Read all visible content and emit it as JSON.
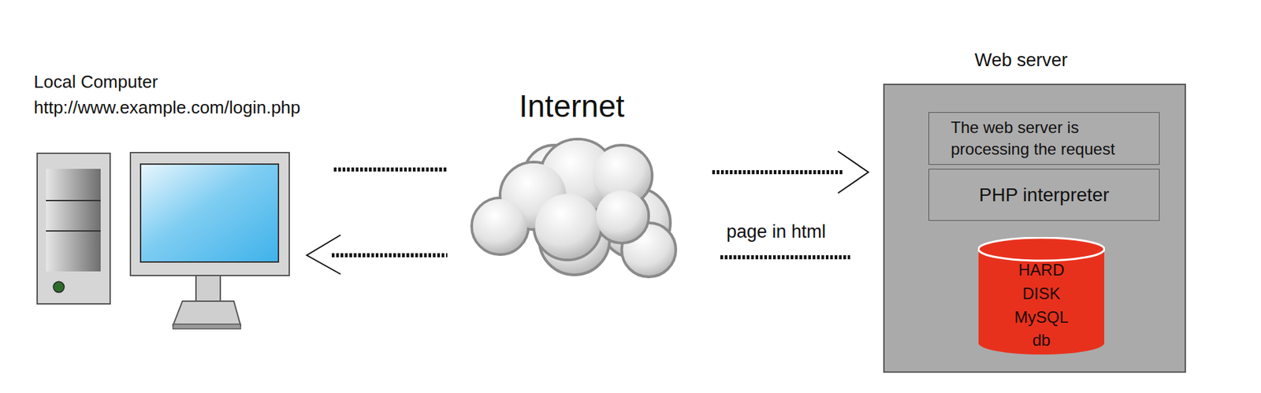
{
  "diagram": {
    "nodes": [
      {
        "text": [
          "Web server"
        ]
      },
      {
        "text": [
          "The web server is processing the request"
        ],
        "in": 0
      },
      {
        "text": [
          "PHP interpreter"
        ],
        "in": 0
      },
      {
        "text": [
          "HARD DISK MySQL db"
        ],
        "in": 0
      }
    ],
    "labels": [
      "Local Computer",
      "http://www.example.com/login.php",
      "Internet",
      "page in html"
    ]
  }
}
